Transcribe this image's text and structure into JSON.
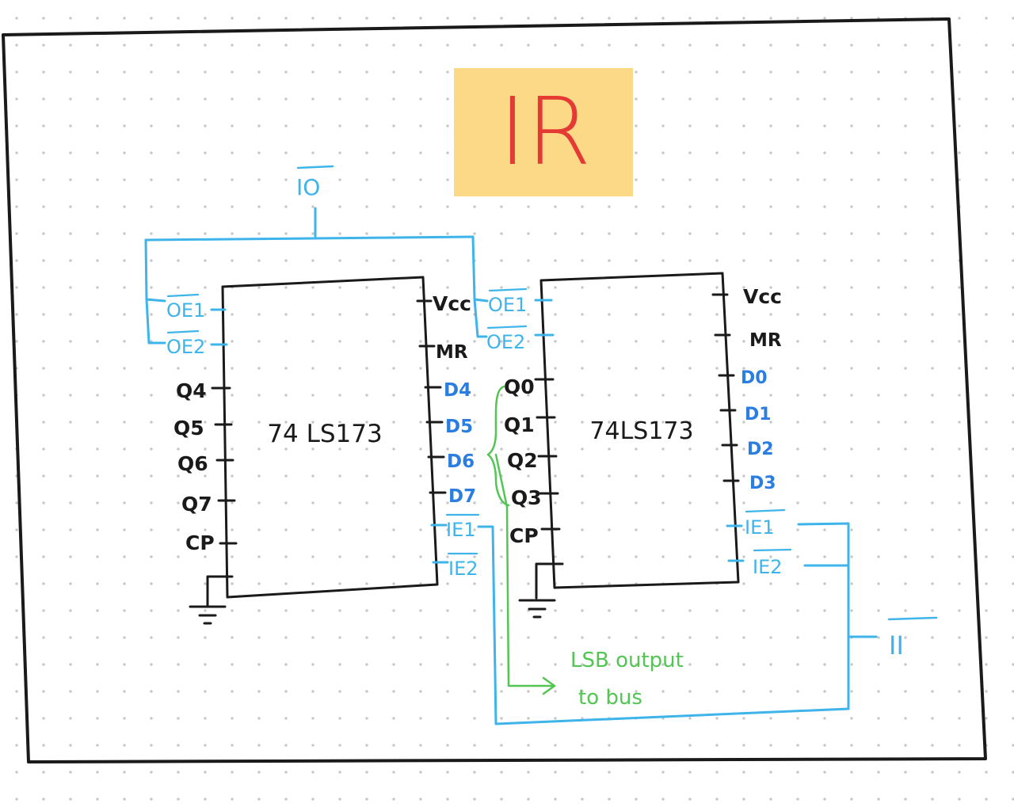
{
  "title": "IR",
  "colors": {
    "ink": "#1a1a1a",
    "control": "#3eb4ea",
    "data_pin": "#2a7de1",
    "note": "#52c552",
    "title_text": "#e53935",
    "title_bg": "#fbd987"
  },
  "bus_labels": {
    "io": "IO",
    "ii": "II"
  },
  "chips": [
    {
      "name": "74 LS173",
      "left_pins": [
        "OE1",
        "OE2",
        "Q4",
        "Q5",
        "Q6",
        "Q7",
        "CP"
      ],
      "right_pins": [
        "Vcc",
        "MR",
        "D4",
        "D5",
        "D6",
        "D7",
        "IE1",
        "IE2"
      ]
    },
    {
      "name": "74LS173",
      "left_pins": [
        "OE1",
        "OE2",
        "Q0",
        "Q1",
        "Q2",
        "Q3",
        "CP"
      ],
      "right_pins": [
        "Vcc",
        "MR",
        "D0",
        "D1",
        "D2",
        "D3",
        "IE1",
        "IE2"
      ]
    }
  ],
  "note": {
    "line1": "LSB output",
    "line2": "to bus"
  }
}
